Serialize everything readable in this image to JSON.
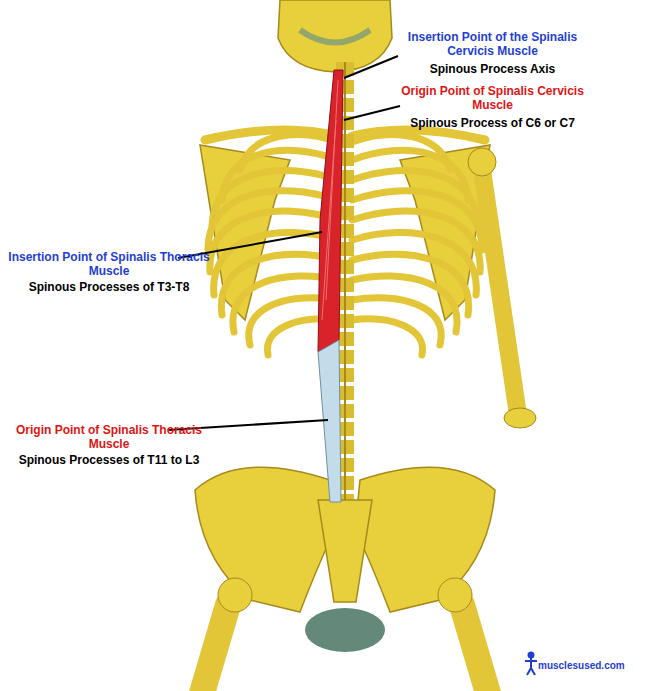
{
  "diagram": {
    "labels": [
      "Insertion Point of the Spinalis Cervicis Muscle",
      "Spinous Process Axis",
      "Origin Point of Spinalis Cervicis Muscle",
      "Spinous Process of C6 or C7",
      "Insertion Point of Spinalis Thoracis Muscle",
      "Spinous Processes of T3-T8",
      "Origin Point of Spinalis Thoracis Muscle",
      "Spinous Processes of T11 to L3",
      "musclesused.com"
    ]
  }
}
